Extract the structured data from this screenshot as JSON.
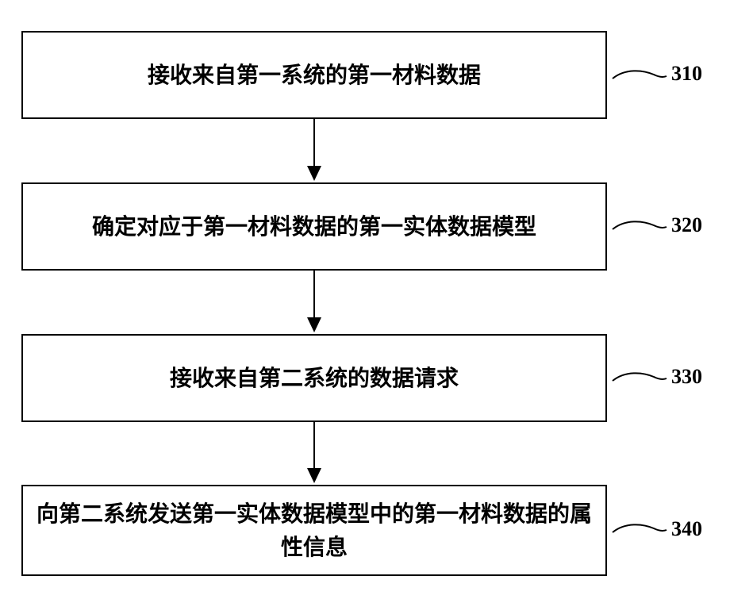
{
  "steps": [
    {
      "text": "接收来自第一系统的第一材料数据",
      "ref": "310"
    },
    {
      "text": "确定对应于第一材料数据的第一实体数据模型",
      "ref": "320"
    },
    {
      "text": "接收来自第二系统的数据请求",
      "ref": "330"
    },
    {
      "text": "向第二系统发送第一实体数据模型中的第一材料数据的属性信息",
      "ref": "340"
    }
  ]
}
